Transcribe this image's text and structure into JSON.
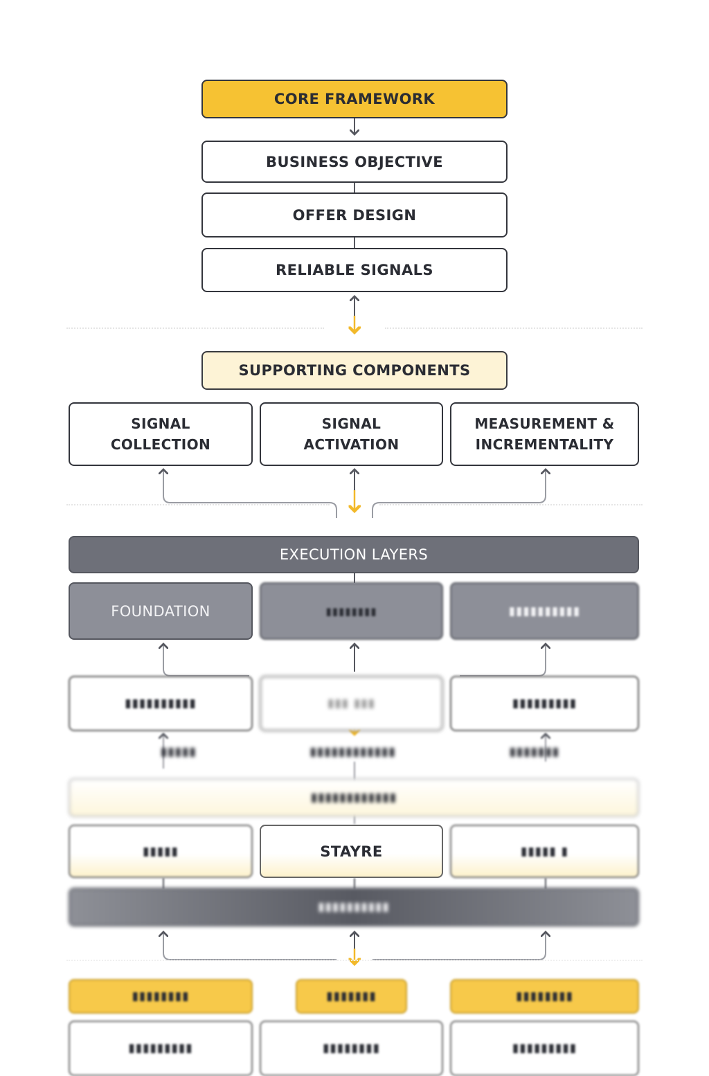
{
  "core": {
    "header": "CORE FRAMEWORK",
    "items": [
      "BUSINESS OBJECTIVE",
      "OFFER DESIGN",
      "RELIABLE SIGNALS"
    ]
  },
  "supporting": {
    "header": "SUPPORTING COMPONENTS",
    "items": [
      "SIGNAL\nCOLLECTION",
      "SIGNAL\nACTIVATION",
      "MEASUREMENT &\nINCREMENTALITY"
    ]
  },
  "execution": {
    "header": "EXECUTION LAYERS",
    "items": [
      "FOUNDATION"
    ],
    "stage": "STAYRE"
  },
  "colors": {
    "accent_yellow": "#f6c233",
    "pale_yellow": "#fdf3d6",
    "dark_gray": "#6e7079",
    "mid_gray": "#8d8f98",
    "border": "#33353c"
  }
}
